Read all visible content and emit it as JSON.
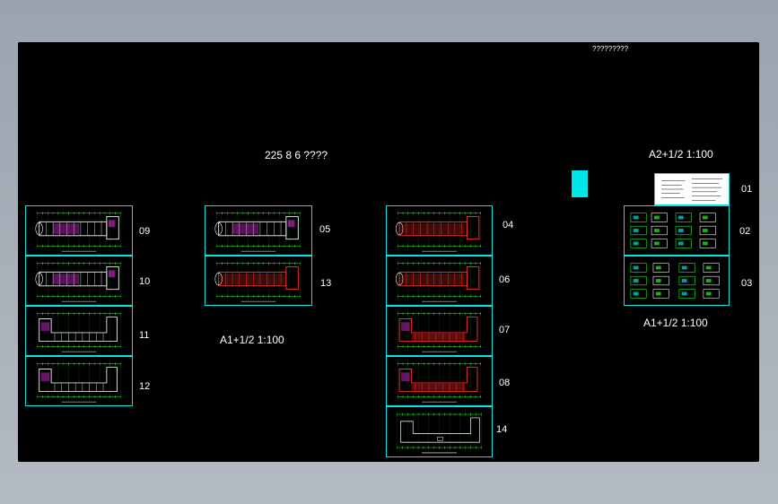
{
  "header_note": "?????????",
  "group_title_mid": "225  8  6 ????",
  "title_right_top": "A2+1/2  1:100",
  "caption_left_mid": "A1+1/2 1:100",
  "caption_right": "A1+1/2 1:100",
  "sheets": {
    "s09": "09",
    "s10": "10",
    "s11": "11",
    "s12": "12",
    "s05": "05",
    "s13": "13",
    "s04": "04",
    "s06": "06",
    "s07": "07",
    "s08": "08",
    "s14": "14",
    "s01": "01",
    "s02": "02",
    "s03": "03"
  },
  "colors": {
    "frame": "#00e5e5",
    "wall": "#ff2a2a",
    "grid": "#22ff22",
    "accent": "#ff33ff",
    "note": "#ffffff"
  }
}
